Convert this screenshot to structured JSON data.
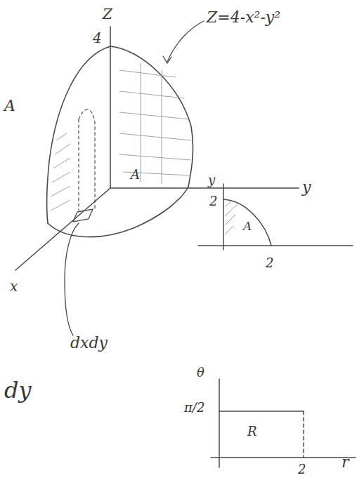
{
  "diagram": {
    "labels": [
      "Z",
      "4",
      "Z=4-x²-y²",
      "A",
      "A",
      "y",
      "x",
      "dxdy",
      "y",
      "2",
      "A",
      "2",
      "dy",
      "θ",
      "π/2",
      "R",
      "r",
      "2"
    ]
  }
}
